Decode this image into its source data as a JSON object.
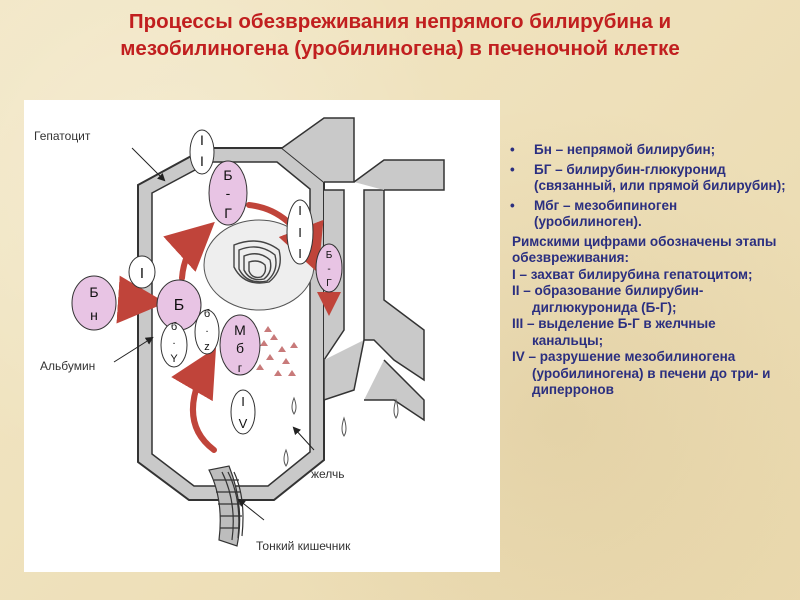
{
  "title": {
    "line1": "Процессы обезвреживания непрямого билирубина и",
    "line2": "мезобилиногена (уробилиногена) в печеночной клетке"
  },
  "diagram": {
    "labels": {
      "hepatocyte": "Гепатоцит",
      "albumin": "Альбумин",
      "bile": "желчь",
      "small_intestine": "Тонкий кишечник"
    },
    "nodes": {
      "bn": [
        "Б",
        "н"
      ],
      "bb": [
        "Б",
        "б",
        ".",
        "Y"
      ],
      "bb_z": [
        "б",
        ".",
        "z"
      ],
      "bg_cell": [
        "Б",
        "-",
        "Г"
      ],
      "bg_canal": [
        "Б",
        "-",
        "Г"
      ],
      "mbg": [
        "М",
        "б",
        "г"
      ]
    },
    "stages": {
      "i": "I",
      "ii": [
        "I",
        "I"
      ],
      "iii": [
        "I",
        "I",
        "I"
      ],
      "iv": [
        "I",
        "V"
      ]
    },
    "colors": {
      "node_fill": "#e8c4e4",
      "arrow_red": "#c0443a",
      "cell_gray": "#bdbdbd"
    }
  },
  "legend": {
    "items": [
      "Бн – непрямой билирубин;",
      "БГ – билирубин-глюкуронид (связанный, или прямой билирубин);",
      "Мбг – мезобипиноген (уробилиноген)."
    ],
    "note": "Римскими цифрами обозначены этапы обезвреживания:",
    "stages": [
      "I – захват билирубина гепатоцитом;",
      "II – образование билирубин-диглюкуронида (Б-Г);",
      "III – выделение Б-Г в желчные канальцы;",
      "IV – разрушение мезобилиногена (уробилиногена) в печени до три- и диперронов"
    ]
  }
}
